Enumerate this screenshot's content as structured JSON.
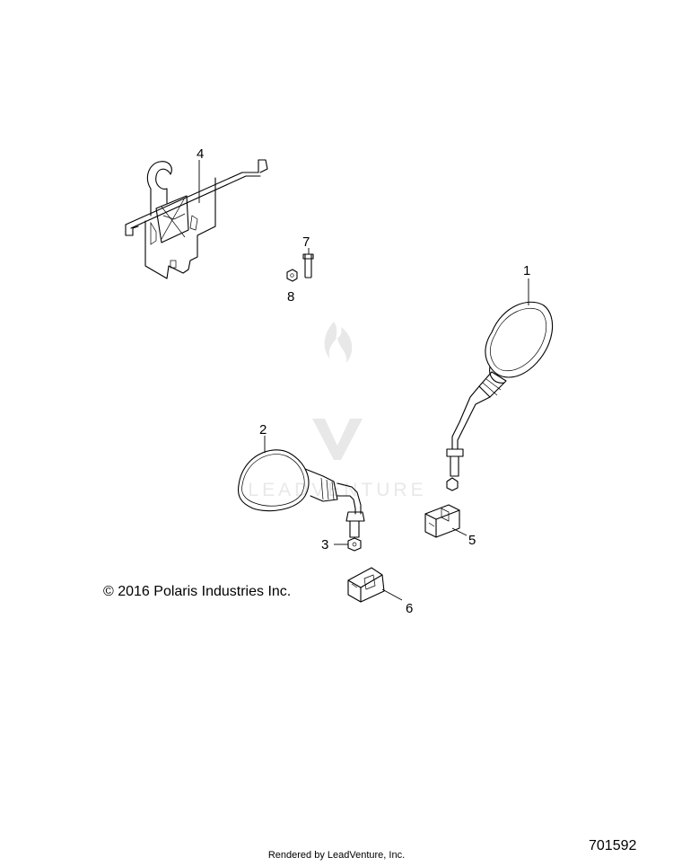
{
  "callouts": {
    "c1": "1",
    "c2": "2",
    "c3": "3",
    "c4": "4",
    "c5": "5",
    "c6": "6",
    "c7": "7",
    "c8": "8"
  },
  "copyright": "© 2016 Polaris Industries Inc.",
  "rendered_by": "Rendered by LeadVenture, Inc.",
  "drawing_number": "701592",
  "watermark": "LEADVENTURE",
  "colors": {
    "line": "#000000",
    "watermark": "#e6e6e6",
    "background": "#ffffff"
  }
}
